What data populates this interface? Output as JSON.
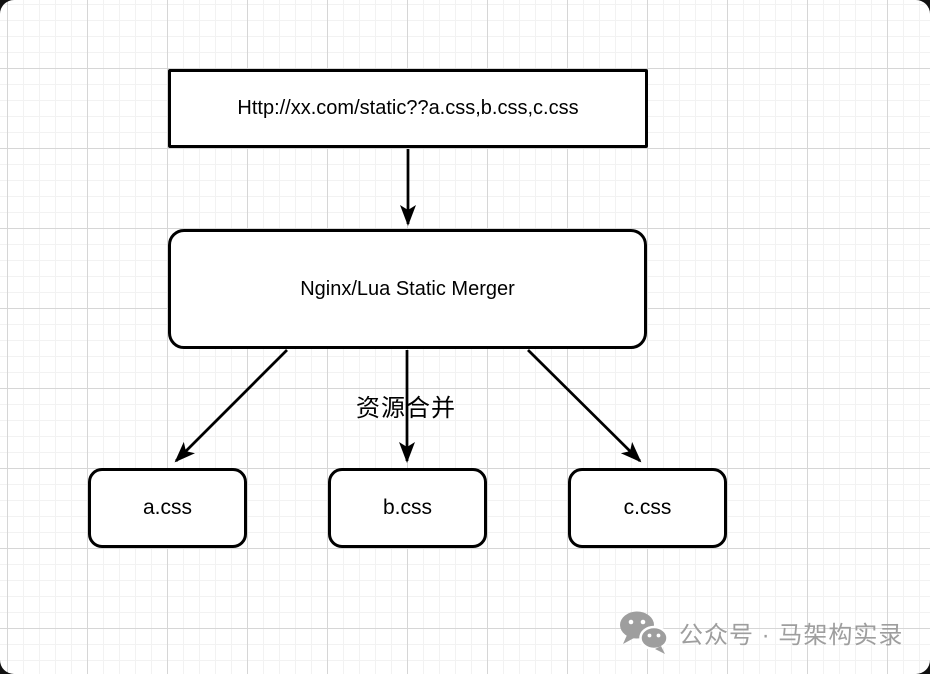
{
  "colors": {
    "page_background": "#111111",
    "canvas_background": "#ffffff",
    "stroke": "#000000",
    "grid_minor": "#f2f2f2",
    "grid_major": "#d6d6d6",
    "watermark": "#9e9e9e"
  },
  "diagram": {
    "nodes": {
      "request_url": {
        "label": "Http://xx.com/static??a.css,b.css,c.css"
      },
      "merger": {
        "label": "Nginx/Lua Static Merger"
      },
      "file_a": {
        "label": "a.css"
      },
      "file_b": {
        "label": "b.css"
      },
      "file_c": {
        "label": "c.css"
      }
    },
    "edges": {
      "merge_label": "资源合并"
    }
  },
  "watermark": {
    "icon": "wechat-icon",
    "text": "公众号 · 马架构实录"
  }
}
